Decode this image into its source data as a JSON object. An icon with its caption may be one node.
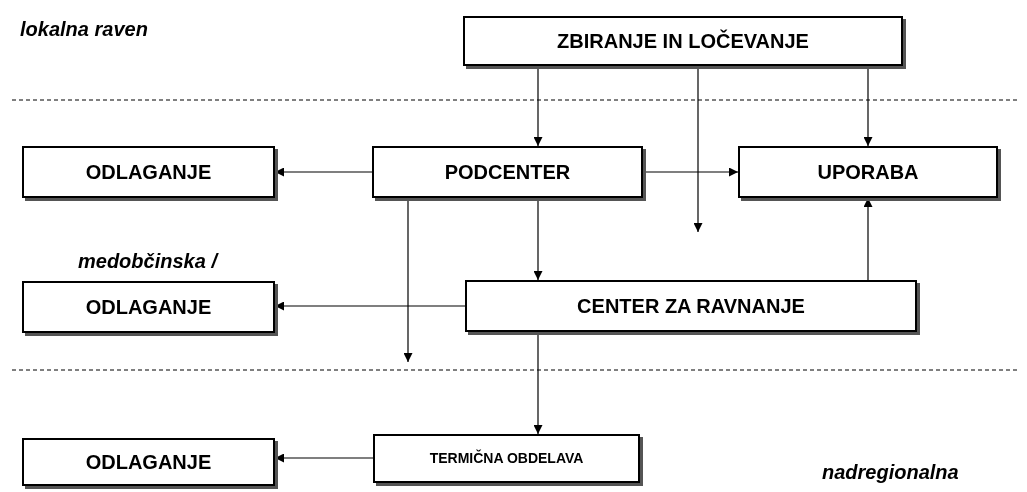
{
  "diagram": {
    "nodes": [
      {
        "text": [
          "ZBIRANJE IN LOČEVANJE"
        ]
      },
      {
        "text": [
          "ODLAGANJE"
        ]
      },
      {
        "text": [
          "PODCENTER"
        ]
      },
      {
        "text": [
          "UPORABA"
        ]
      },
      {
        "text": [
          "ODLAGANJE"
        ]
      },
      {
        "text": [
          "CENTER ZA RAVNANJE"
        ]
      },
      {
        "text": [
          "ODLAGANJE"
        ]
      },
      {
        "text": [
          "TERMIČNA OBDELAVA"
        ]
      }
    ],
    "edges": [
      {
        "from": 0,
        "to": 2,
        "arrow": "to"
      },
      {
        "from": 0,
        "to": 3,
        "arrow": "to"
      },
      {
        "from": 0,
        "to": null,
        "arrow": "to"
      },
      {
        "from": 2,
        "to": 1,
        "arrow": "to"
      },
      {
        "from": 2,
        "to": 3,
        "arrow": "to"
      },
      {
        "from": 2,
        "to": 5,
        "arrow": "to"
      },
      {
        "from": 2,
        "to": null,
        "arrow": "to"
      },
      {
        "from": 5,
        "to": 4,
        "arrow": "to"
      },
      {
        "from": 5,
        "to": 3,
        "arrow": "to"
      },
      {
        "from": 5,
        "to": 7,
        "arrow": "to"
      },
      {
        "from": 7,
        "to": 6,
        "arrow": "to"
      }
    ],
    "labels": [
      "lokalna raven",
      "medobčinska /",
      "nadregionalna"
    ]
  }
}
